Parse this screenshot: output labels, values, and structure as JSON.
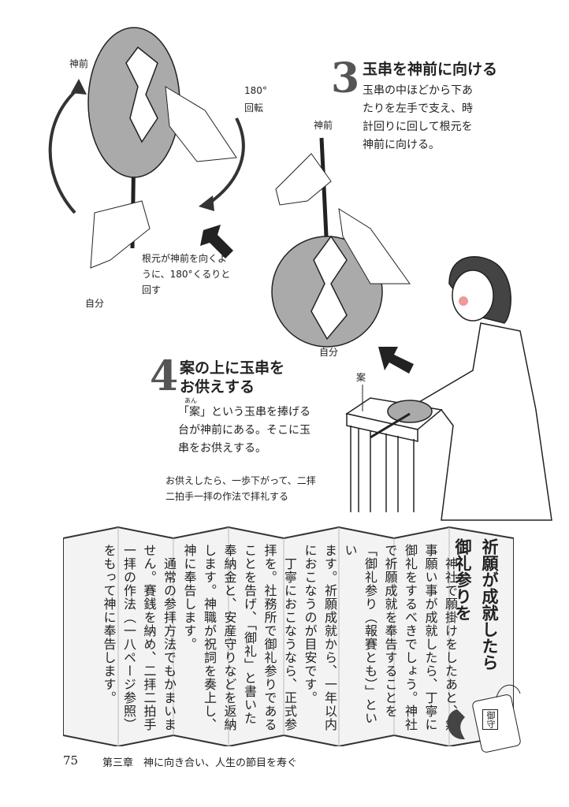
{
  "illustration_labels": {
    "front_top_left": "神前",
    "rotate": "180°",
    "rotate2": "回転",
    "front_middle": "神前",
    "self_left": "自分",
    "self_middle": "自分",
    "table": "案",
    "rotate_note": [
      "根元が神前を向くよ",
      "うに、180°くるりと",
      "回す"
    ]
  },
  "step3": {
    "number": "3",
    "title": "玉串を神前に向ける",
    "body": [
      "玉串の中ほどから下あ",
      "たりを左手で支え、時",
      "計回りに回して根元を",
      "神前に向ける。"
    ]
  },
  "step4": {
    "number": "4",
    "title": [
      "案の上に玉串を",
      "お供えする"
    ],
    "ruby": "あん",
    "body": [
      "「案」という玉串を捧げる",
      "台が神前にある。そこに玉",
      "串をお供えする。"
    ],
    "caption": [
      "お供えしたら、一歩下がって、二拝",
      "二拍手一拝の作法で拝礼する"
    ]
  },
  "column": {
    "title": [
      "祈願が成就したら",
      "御礼参りを"
    ],
    "lines": [
      "　神社で願掛けをしたあと、無",
      "事願い事が成就したら、丁寧に",
      "御礼をするべきでしょう。神社",
      "で祈願成就を奉告することを",
      "「御礼参り（報賽とも）」といい",
      "ます。祈願成就から、一年以内",
      "におこなうのが目安です。",
      "　丁寧におこなうなら、正式参",
      "拝を。社務所で御礼参りである",
      "ことを告げ、「御礼」と書いた",
      "奉納金と、安産守りなどを返納",
      "します。神職が祝詞を奏上し、",
      "神に奉告します。",
      "　通常の参拝方法でもかまいま",
      "せん。賽銭を納め、二拝二拍手",
      "一拝の作法（一八ページ参照）",
      "をもって神に奉告します。"
    ],
    "amulet_text": "御守"
  },
  "footer": {
    "page_number": "75",
    "chapter": "第三章　神に向き合い、人生の節目を寿ぐ"
  }
}
